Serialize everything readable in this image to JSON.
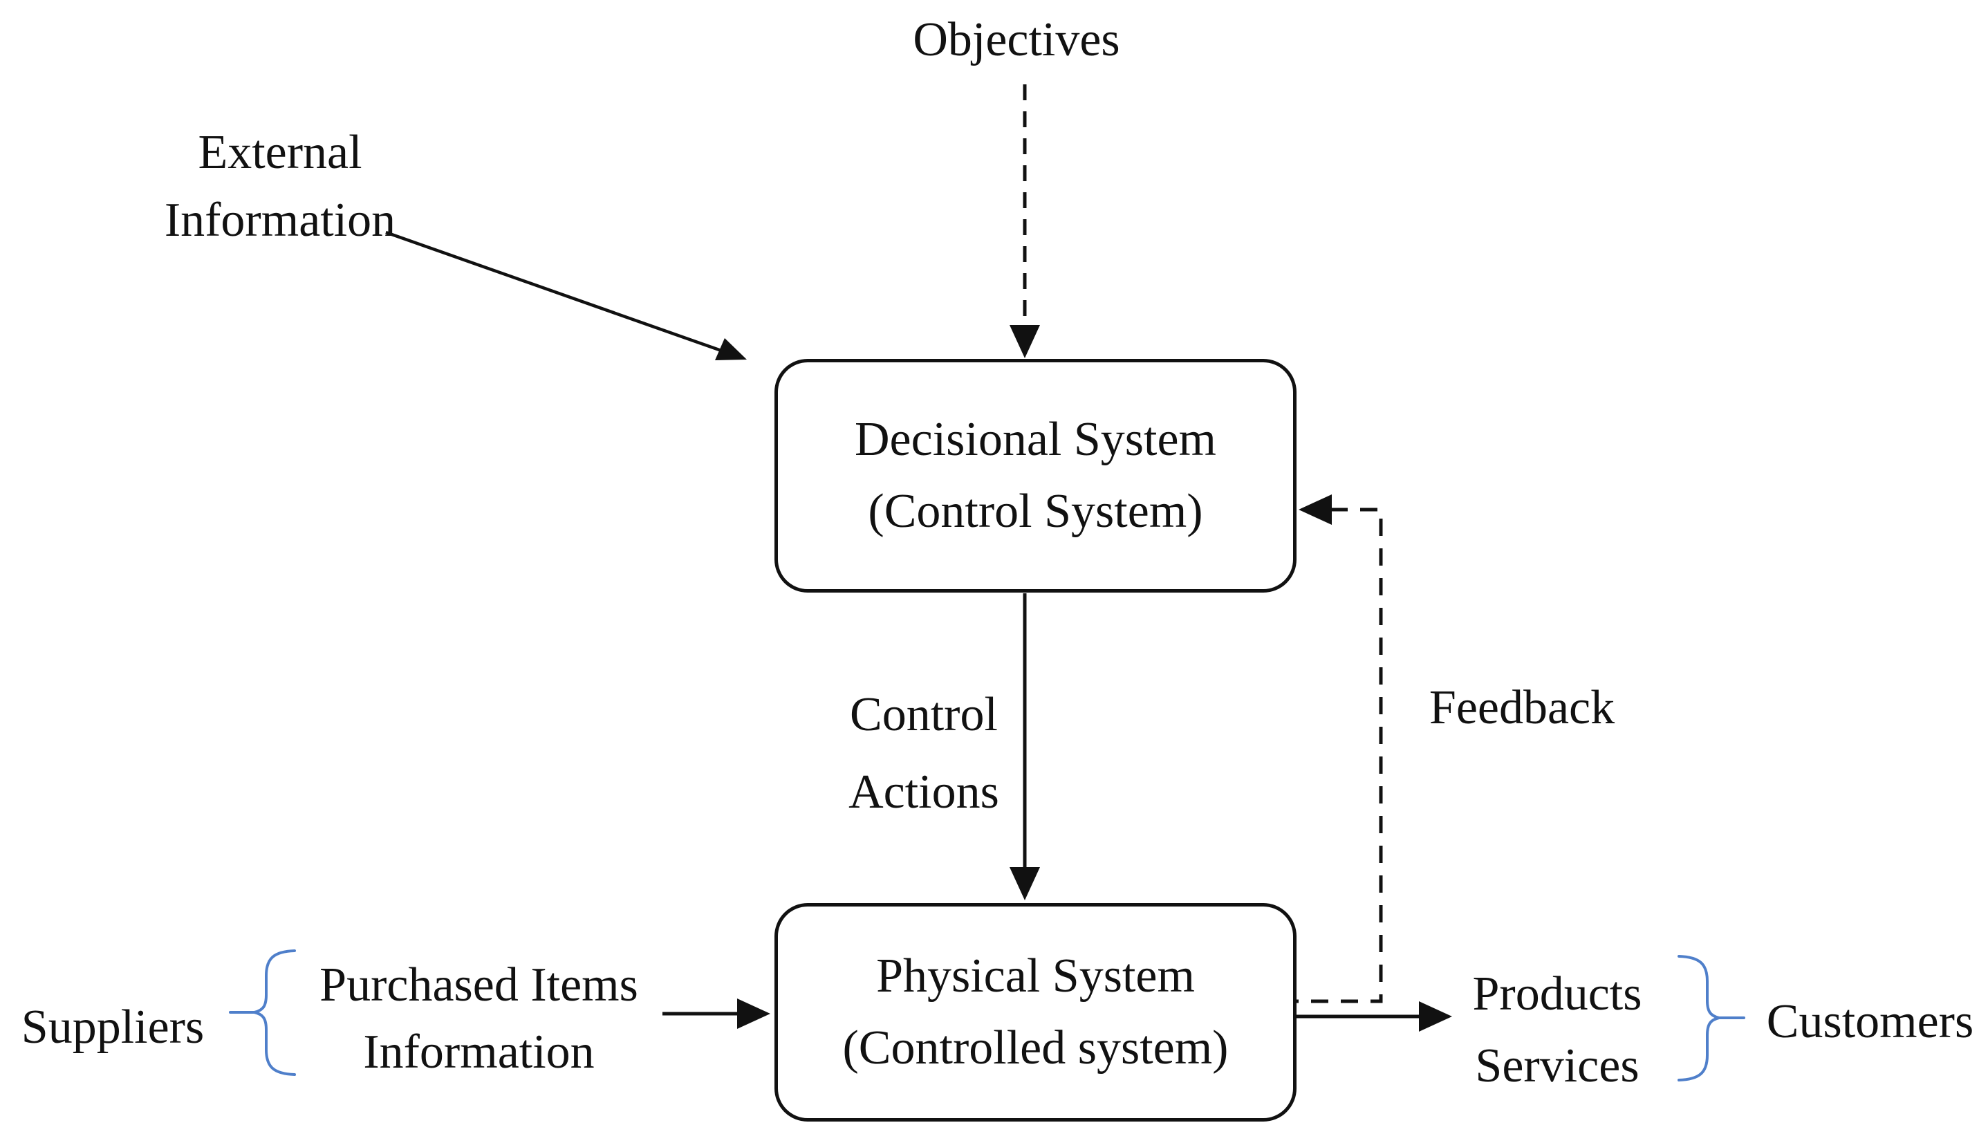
{
  "diagram": {
    "title": "Control system diagram",
    "background_color": "#ffffff",
    "line_color": "#111111",
    "brace_color": "#4f7fca",
    "nodes": {
      "decisional": {
        "line1": "Decisional System",
        "line2": "(Control System)"
      },
      "physical": {
        "line1": "Physical System",
        "line2": "(Controlled system)"
      }
    },
    "labels": {
      "objectives": "Objectives",
      "external_line1": "External",
      "external_line2": "Information",
      "control_line1": "Control",
      "control_line2": "Actions",
      "feedback": "Feedback",
      "suppliers": "Suppliers",
      "purchased_line1": "Purchased Items",
      "purchased_line2": "Information",
      "products_line1": "Products",
      "products_line2": "Services",
      "customers": "Customers"
    },
    "edges": [
      {
        "id": "objectives-to-decisional",
        "from": "Objectives",
        "to": "Decisional System (Control System)",
        "style": "dashed",
        "direction": "down"
      },
      {
        "id": "external-info-to-decisional",
        "from": "External Information",
        "to": "Decisional System (Control System)",
        "style": "solid",
        "direction": "down-right"
      },
      {
        "id": "control-actions",
        "from": "Decisional System (Control System)",
        "to": "Physical System (Controlled system)",
        "style": "solid",
        "direction": "down",
        "label": "Control Actions"
      },
      {
        "id": "feedback-loop",
        "from": "Physical System (Controlled system)",
        "to": "Decisional System (Control System)",
        "style": "dashed",
        "direction": "right-up-left",
        "label": "Feedback"
      },
      {
        "id": "purchased-items-in",
        "from": "Suppliers",
        "to": "Physical System (Controlled system)",
        "style": "solid",
        "direction": "right",
        "label": "Purchased Items Information"
      },
      {
        "id": "products-services-out",
        "from": "Physical System (Controlled system)",
        "to": "Customers",
        "style": "solid",
        "direction": "right",
        "label": "Products Services"
      }
    ]
  }
}
